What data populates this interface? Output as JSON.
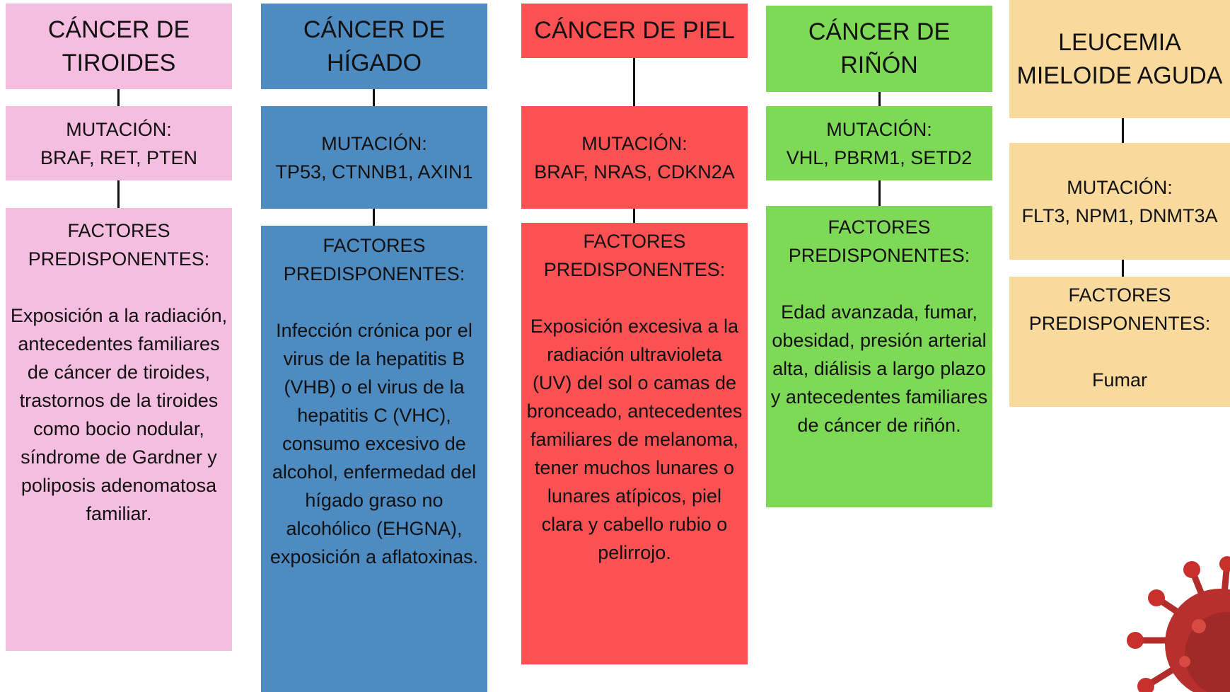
{
  "columns": [
    {
      "id": "tiroides",
      "color": "#f5bddf",
      "title": "CÁNCER DE TIROIDES",
      "mutation_label": "MUTACIÓN:",
      "mutation_genes": "BRAF, RET, PTEN",
      "factors_label": "FACTORES PREDISPONENTES:",
      "factors_text": "Exposición a la radiación, antecedentes familiares de cáncer de tiroides, trastornos de la tiroides como bocio nodular, síndrome de Gardner y poliposis adenomatosa familiar."
    },
    {
      "id": "higado",
      "color": "#4d8bc0",
      "title": "CÁNCER DE HÍGADO",
      "mutation_label": "MUTACIÓN:",
      "mutation_genes": "TP53, CTNNB1, AXIN1",
      "factors_label": "FACTORES PREDISPONENTES:",
      "factors_text": "Infección crónica por el virus de la hepatitis B (VHB) o el virus de la hepatitis C (VHC), consumo excesivo de alcohol, enfermedad del hígado graso no alcohólico (EHGNA), exposición a aflatoxinas."
    },
    {
      "id": "piel",
      "color": "#fc5152",
      "title": "CÁNCER DE PIEL",
      "mutation_label": "MUTACIÓN:",
      "mutation_genes": "BRAF, NRAS, CDKN2A",
      "factors_label": "FACTORES PREDISPONENTES:",
      "factors_text": "Exposición excesiva a la radiación ultravioleta (UV) del sol o camas de bronceado, antecedentes familiares de melanoma, tener muchos lunares o lunares atípicos, piel clara y cabello rubio o pelirrojo."
    },
    {
      "id": "rinon",
      "color": "#7ed957",
      "title": "CÁNCER DE RIÑÓN",
      "mutation_label": "MUTACIÓN:",
      "mutation_genes": "VHL, PBRM1, SETD2",
      "factors_label": "FACTORES PREDISPONENTES:",
      "factors_text": "Edad avanzada, fumar, obesidad, presión arterial alta, diálisis a largo plazo y antecedentes familiares de cáncer de riñón."
    },
    {
      "id": "leucemia",
      "color": "#fad99d",
      "title": "LEUCEMIA MIELOIDE AGUDA",
      "mutation_label": "MUTACIÓN:",
      "mutation_genes": "FLT3, NPM1, DNMT3A",
      "factors_label": "FACTORES PREDISPONENTES:",
      "factors_text": "Fumar"
    }
  ],
  "decoration": {
    "icon": "virus-icon",
    "color": "#c9302c"
  }
}
